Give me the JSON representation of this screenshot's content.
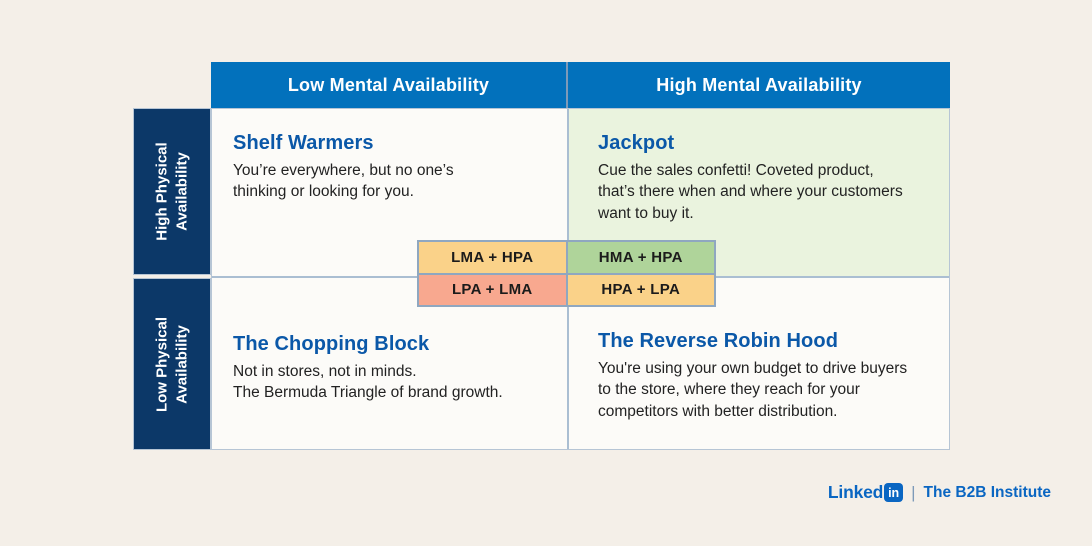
{
  "page": {
    "background": "#f4efe8",
    "type": "2x2 availability matrix infographic"
  },
  "matrix": {
    "column_headers": [
      {
        "label": "Low Mental Availability"
      },
      {
        "label": "High Mental Availability"
      }
    ],
    "row_headers": [
      {
        "label": "High Physical\nAvailability"
      },
      {
        "label": "Low Physical\nAvailability"
      }
    ],
    "quadrants": [
      {
        "id": "shelf-warmers",
        "title": "Shelf Warmers",
        "body": "You’re everywhere, but no one’s\nthinking or looking for you.",
        "bg": "#fcfbf8"
      },
      {
        "id": "jackpot",
        "title": "Jackpot",
        "body": "Cue the sales confetti! Coveted product,\nthat’s there when and where your customers\nwant to buy it.",
        "bg": "#eaf3de"
      },
      {
        "id": "chopping-block",
        "title": "The Chopping Block",
        "body": "Not in stores, not in minds.\nThe Bermuda Triangle of brand growth.",
        "bg": "#fcfbf8"
      },
      {
        "id": "reverse-robin-hood",
        "title": "The Reverse Robin Hood",
        "body": "You're using your own budget to drive buyers\nto the store, where they reach for your\ncompetitors with better distribution.",
        "bg": "#fcfbf8"
      }
    ],
    "overlay_cells": [
      {
        "label": "LMA + HPA",
        "bg": "#fad289"
      },
      {
        "label": "HMA + HPA",
        "bg": "#afd49a"
      },
      {
        "label": "LPA + LMA",
        "bg": "#f8a88f"
      },
      {
        "label": "HPA + LPA",
        "bg": "#fad289"
      }
    ]
  },
  "footer": {
    "brand": "Linked",
    "brand_badge": "in",
    "separator": "|",
    "org": "The B2B Institute"
  },
  "colors": {
    "header_blue": "#0271bc",
    "navy": "#0c3868",
    "quadrant_title_blue": "#0b58a8",
    "linkedin_blue": "#0a66c2",
    "grid_line": "#8fa7c0",
    "page_beige": "#f4efe8",
    "jackpot_green_bg": "#eaf3de"
  }
}
